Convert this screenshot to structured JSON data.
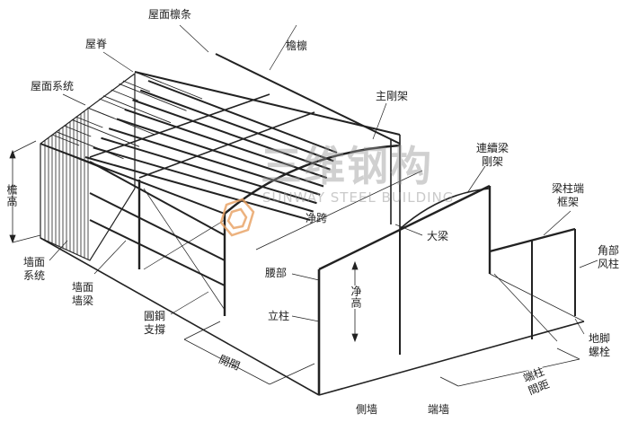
{
  "labels": {
    "roof_purlin": "屋面檩条",
    "ridge": "屋脊",
    "eave_purlin": "檐檩",
    "roof_system": "屋面系统",
    "main_frame": "主剛架",
    "continuous_beam_frame_1": "連續梁",
    "continuous_beam_frame_2": "剛架",
    "end_frame_1": "梁柱端",
    "end_frame_2": "框架",
    "eave_height": "檐高",
    "wall_system_1": "墙面",
    "wall_system_2": "系统",
    "wall_girt_1": "墙面",
    "wall_girt_2": "墙梁",
    "rod_bracing_1": "圓鋼",
    "rod_bracing_2": "支撐",
    "bay": "開間",
    "haunch": "腰部",
    "column": "立柱",
    "clear_span": "净跨",
    "rafter": "大梁",
    "clear_height": "净高",
    "corner_wind_column_1": "角部",
    "corner_wind_column_2": "风柱",
    "anchor_bolt_1": "地脚",
    "anchor_bolt_2": "螺栓",
    "end_column_spacing_1": "端柱",
    "end_column_spacing_2": "間距",
    "side_wall": "側墙",
    "end_wall": "端墙"
  },
  "watermark": {
    "cn": "三维钢构",
    "en": "SUNWAY STEEL BUILDING",
    "logo_color": "#e8a060"
  }
}
